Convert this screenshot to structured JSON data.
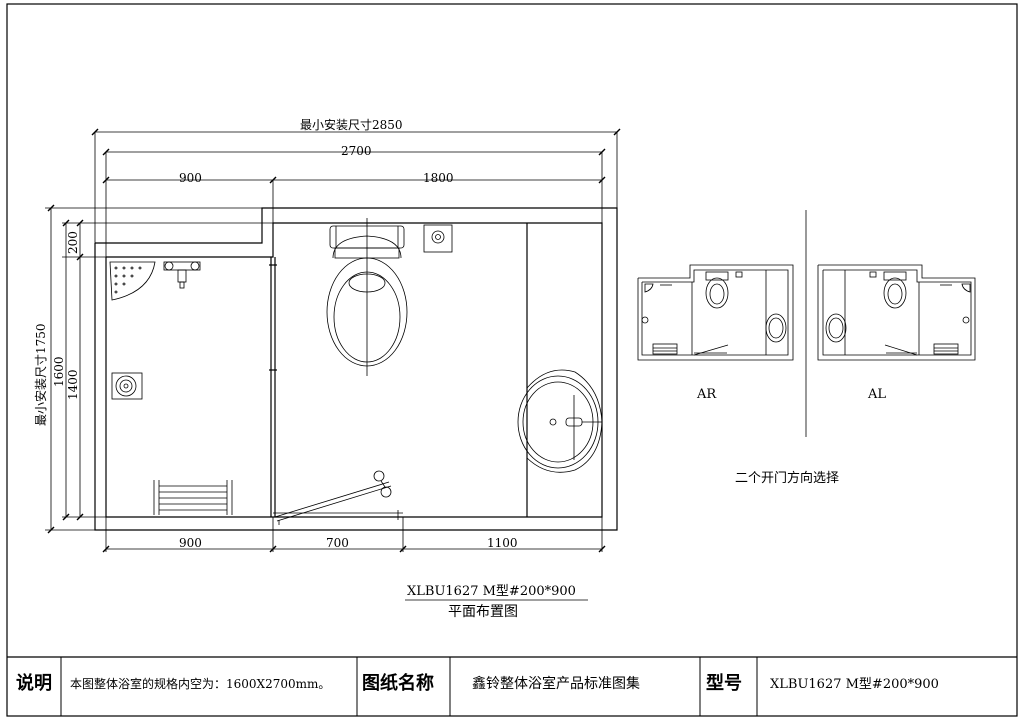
{
  "main_plan": {
    "dims_top": {
      "min_install": "最小安装尺寸2850",
      "total": "2700",
      "left": "900",
      "right": "1800"
    },
    "dims_bottom": {
      "a": "900",
      "b": "700",
      "c": "1100"
    },
    "dims_left": {
      "min_install": "最小安装尺寸1750",
      "d200": "200",
      "d1600": "1600",
      "d1400": "1400"
    },
    "model_line": "XLBU1627 M型#200*900",
    "caption": "平面布置图"
  },
  "variants": {
    "left_label": "AR",
    "right_label": "AL",
    "note": "二个开门方向选择"
  },
  "title_block": {
    "note_label": "说明",
    "note_text": "本图整体浴室的规格内空为：1600X2700mm。",
    "drawing_name_label": "图纸名称",
    "drawing_name": "鑫铃整体浴室产品标准图集",
    "model_label": "型号",
    "model_value": "XLBU1627 M型#200*900"
  }
}
